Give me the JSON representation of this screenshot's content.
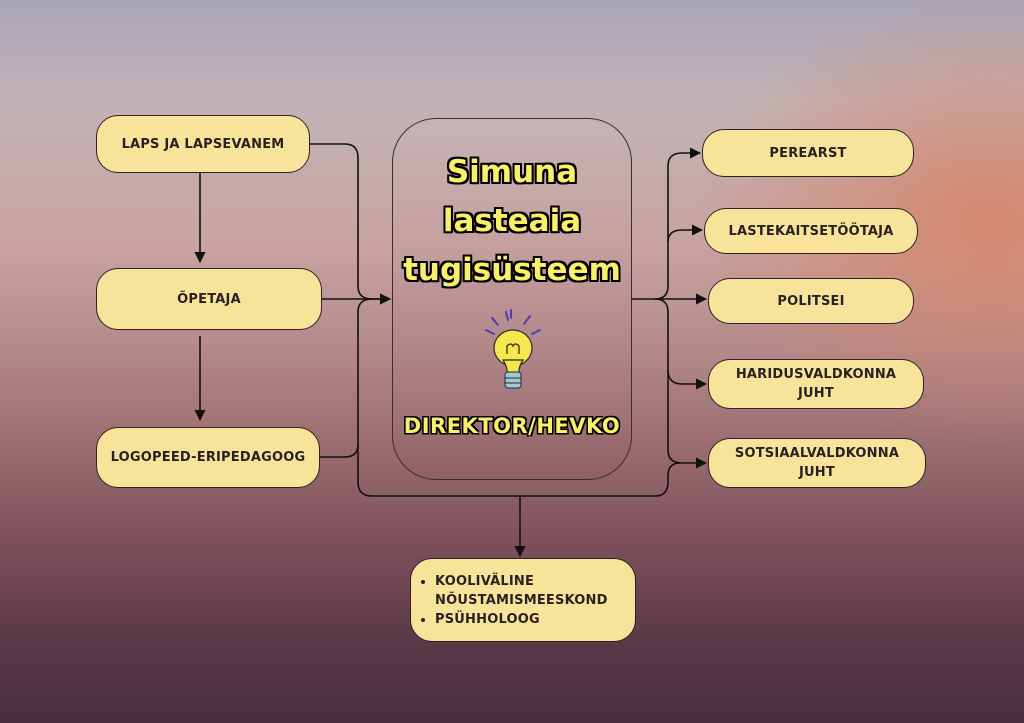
{
  "diagram": {
    "center": {
      "title_lines": [
        "Simuna",
        "lasteaia",
        "tugisüsteem"
      ],
      "subtitle": "DIREKTOR/HEVKO",
      "icon": "lightbulb-icon"
    },
    "left_nodes": [
      {
        "id": "laps",
        "label": "LAPS JA LAPSEVANEM"
      },
      {
        "id": "opetaja",
        "label": "ÕPETAJA"
      },
      {
        "id": "logopeed",
        "label": "LOGOPEED-ERIPEDAGOOG"
      }
    ],
    "right_nodes": [
      {
        "id": "perearst",
        "label": "PEREARST"
      },
      {
        "id": "lastekaitse",
        "label": "LASTEKAITSETÖÖTAJA"
      },
      {
        "id": "politsei",
        "label": "POLITSEI"
      },
      {
        "id": "haridus",
        "label": "HARIDUSVALDKONNA JUHT"
      },
      {
        "id": "sotsiaal",
        "label": "SOTSIAALVALDKONNA JUHT"
      }
    ],
    "bottom_node": {
      "items": [
        "KOOLIVÄLINE NÕUSTAMISMEESKOND",
        "PSÜHHOLOOG"
      ]
    },
    "colors": {
      "node_fill": "#f7e49a",
      "title_text": "#f9f06a",
      "outline": "#2d2326"
    }
  }
}
